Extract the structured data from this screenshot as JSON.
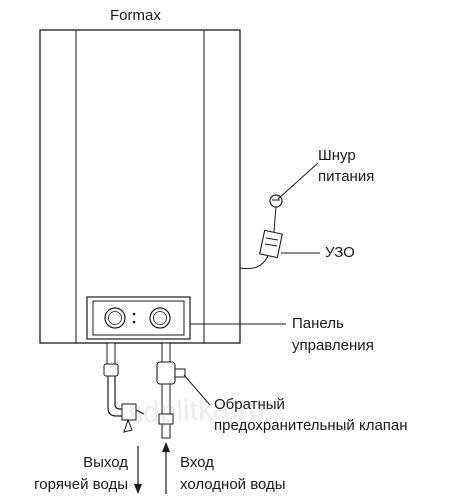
{
  "title": "Formax",
  "labels": {
    "cord_line1": "Шнур",
    "cord_line2": "питания",
    "rcd": "УЗО",
    "panel_line1": "Панель",
    "panel_line2": "управления",
    "valve_line1": "Обратный",
    "valve_line2": "предохранительный клапан",
    "hot_line1": "Выход",
    "hot_line2": "горячей воды",
    "cold_line1": "Вход",
    "cold_line2": "холодной воды"
  },
  "watermark": "sdplitka.ru"
}
